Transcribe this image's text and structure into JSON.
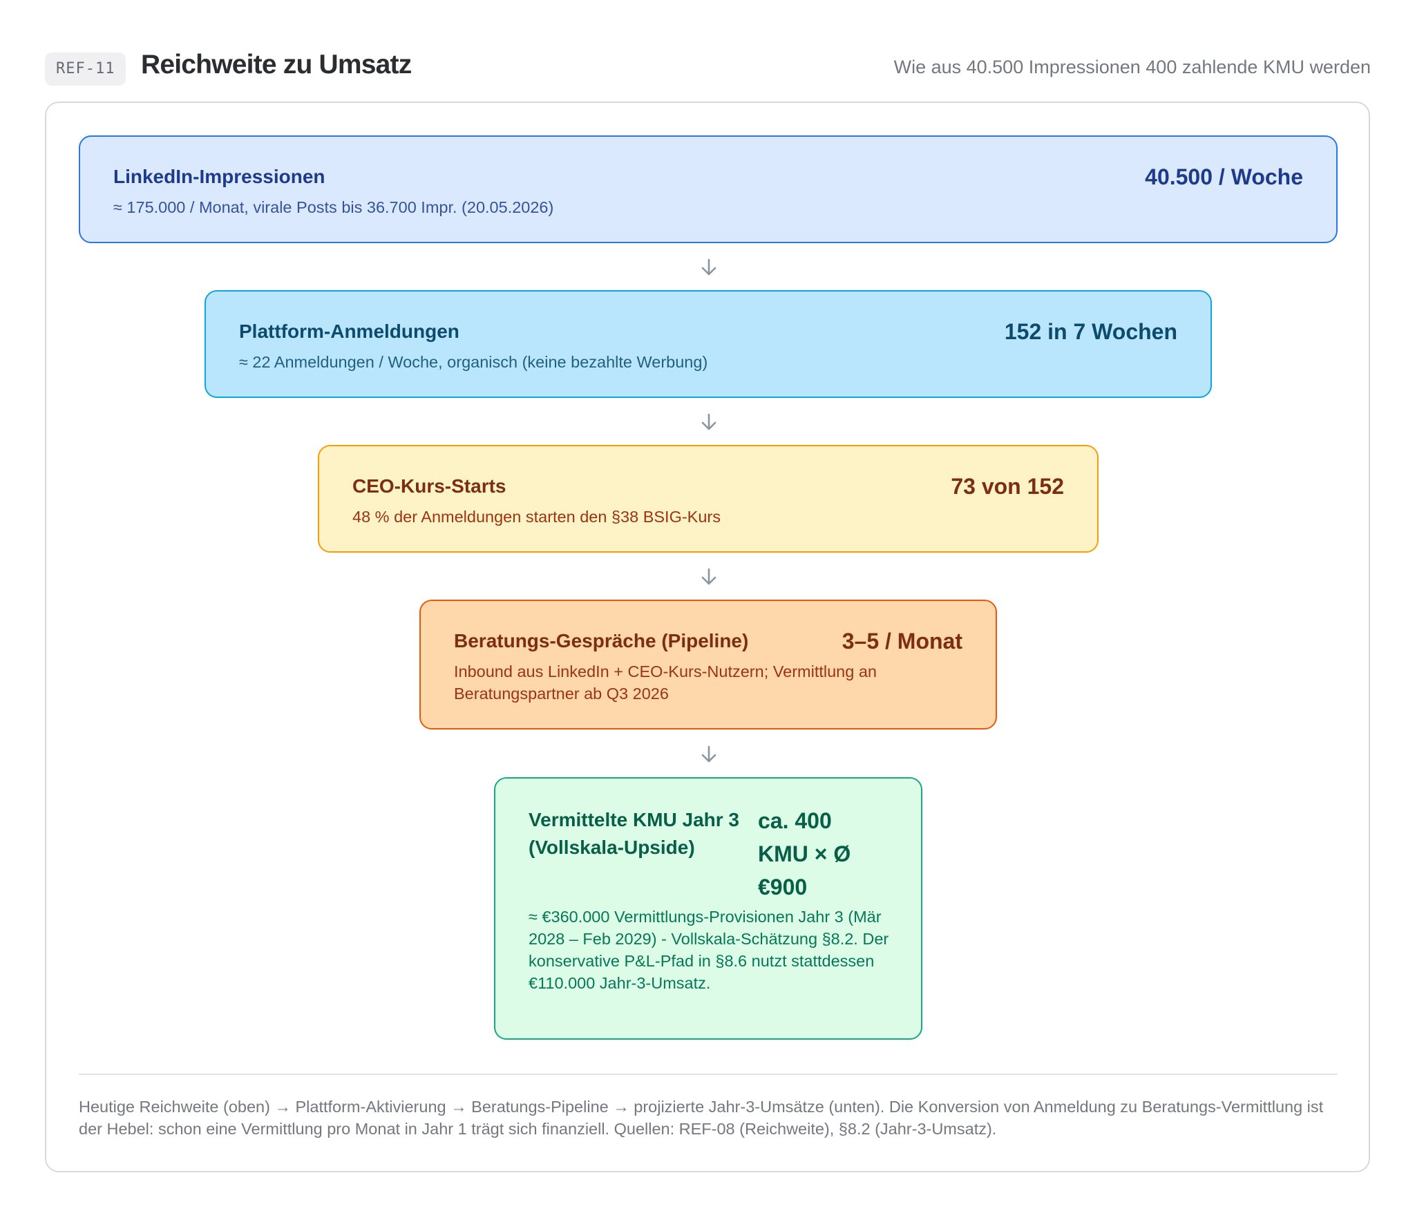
{
  "header": {
    "ref": "REF-11",
    "title": "Reichweite zu Umsatz",
    "subtitle": "Wie aus 40.500 Impressionen 400 zahlende KMU werden"
  },
  "stages": [
    {
      "label": "LinkedIn-Impressionen",
      "value": "40.500 / Woche",
      "description": "≈ 175.000 / Monat, virale Posts bis 36.700 Impr. (20.05.2026)"
    },
    {
      "label": "Plattform-Anmeldungen",
      "value": "152 in 7 Wochen",
      "description": "≈ 22 Anmeldungen / Woche, organisch (keine bezahlte Werbung)"
    },
    {
      "label": "CEO-Kurs-Starts",
      "value": "73 von 152",
      "description": "48 % der Anmeldungen starten den §38 BSIG-Kurs"
    },
    {
      "label": "Beratungs-Gespräche (Pipeline)",
      "value": "3–5 / Monat",
      "description": "Inbound aus LinkedIn + CEO-Kurs-Nutzern; Vermittlung an Beratungspartner ab Q3 2026"
    },
    {
      "label": "Vermittelte KMU Jahr 3 (Vollskala-Upside)",
      "value": "ca. 400 KMU × Ø €900",
      "description": "≈ €360.000 Vermittlungs-Provisionen Jahr 3 (Mär 2028 – Feb 2029) - Vollskala-Schätzung §8.2. Der konservative P&L-Pfad in §8.6 nutzt stattdessen €110.000 Jahr-3-Umsatz."
    }
  ],
  "footer": {
    "note": "Heutige Reichweite (oben) → Plattform-Aktivierung → Beratungs-Pipeline → projizierte Jahr-3-Umsätze (unten). Die Konversion von Anmeldung zu Beratungs-Vermittlung ist der Hebel: schon eine Vermittlung pro Monat in Jahr 1 trägt sich finanziell. Quellen: REF-08 (Reichweite), §8.2 (Jahr-3-Umsatz)."
  },
  "colors": {
    "impressions": "#dbe9fe",
    "signups": "#bae6fd",
    "course_starts": "#fef3c7",
    "pipeline": "#fed7aa",
    "revenue": "#dcfce7",
    "arrow": "#8a95a0"
  }
}
